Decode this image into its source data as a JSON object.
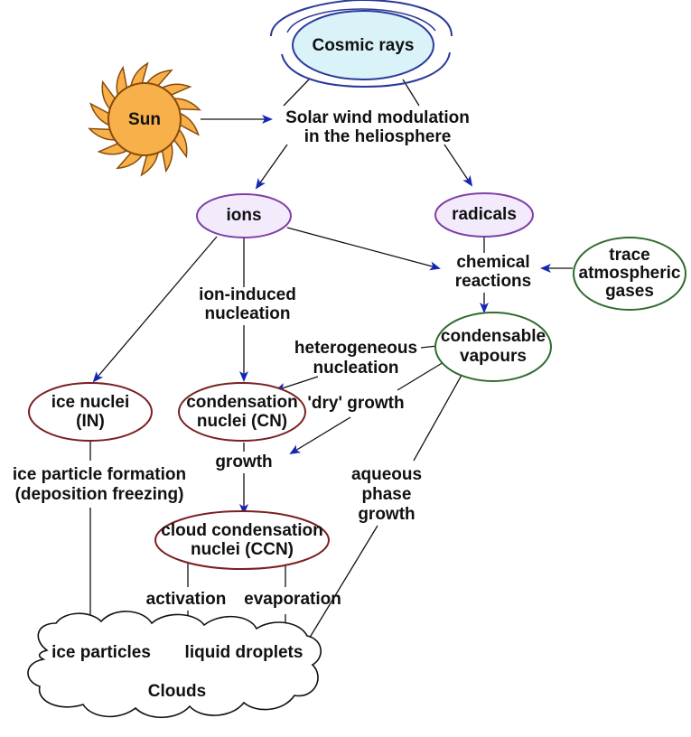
{
  "nodes": {
    "cosmic_rays": "Cosmic rays",
    "sun": "Sun",
    "solar_wind_line1": "Solar wind modulation",
    "solar_wind_line2": "in the heliosphere",
    "ions": "ions",
    "radicals": "radicals",
    "chemical_line1": "chemical",
    "chemical_line2": "reactions",
    "trace_line1": "trace",
    "trace_line2": "atmospheric",
    "trace_line3": "gases",
    "condensable_line1": "condensable",
    "condensable_line2": "vapours",
    "ice_nuclei_line1": "ice nuclei",
    "ice_nuclei_line2": "(IN)",
    "cn_line1": "condensation",
    "cn_line2": "nuclei (CN)",
    "ccn_line1": "cloud condensation",
    "ccn_line2": "nuclei (CCN)",
    "ice_particles": "ice particles",
    "liquid_droplets": "liquid droplets",
    "clouds": "Clouds"
  },
  "labels": {
    "ion_induced_line1": "ion-induced",
    "ion_induced_line2": "nucleation",
    "heterogeneous_line1": "heterogeneous",
    "heterogeneous_line2": "nucleation",
    "dry_growth": "'dry' growth",
    "growth": "growth",
    "ice_formation_line1": "ice particle formation",
    "ice_formation_line2": "(deposition freezing)",
    "aqueous_line1": "aqueous",
    "aqueous_line2": "phase",
    "aqueous_line3": "growth",
    "activation": "activation",
    "evaporation": "evaporation"
  },
  "colors": {
    "arrow": "#1426b8",
    "line": "#111111",
    "cosmic_fill": "#d9f3f8",
    "cosmic_stroke": "#2a3a9a",
    "sun_fill": "#f7b04a",
    "sun_stroke": "#8a4a08",
    "violet_fill": "#f3ebfb",
    "violet_stroke": "#7e3fa8",
    "green_stroke": "#2f6b2f",
    "brown_stroke": "#7a1f1f"
  }
}
